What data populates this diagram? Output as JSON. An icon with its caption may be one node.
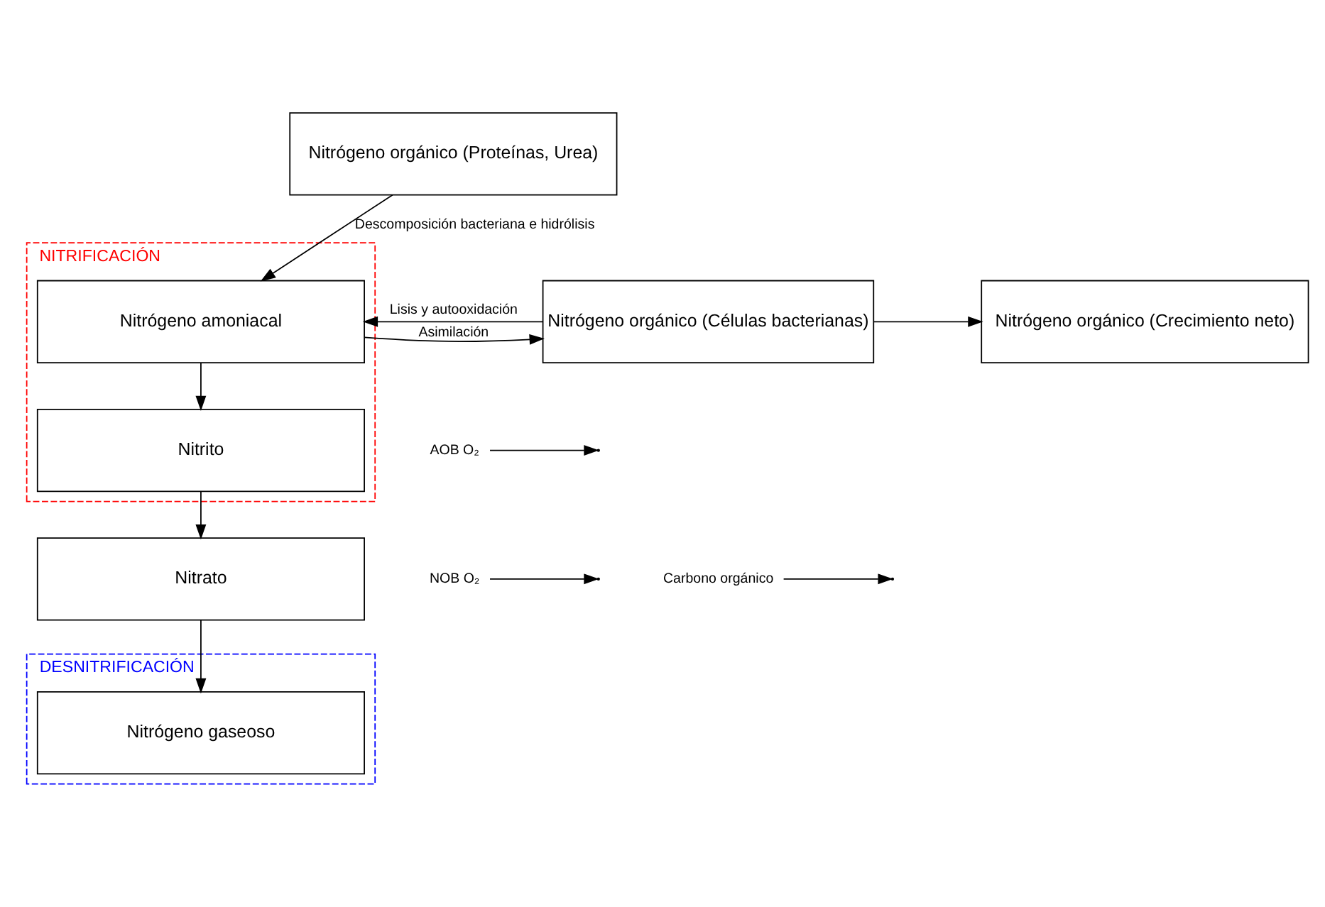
{
  "diagram": {
    "nodes": [
      {
        "text": [
          "Nitrógeno orgánico (Proteínas, Urea)"
        ]
      },
      {
        "text": [
          "NITRIFICACIÓN"
        ]
      },
      {
        "text": [
          "Nitrógeno amoniacal"
        ],
        "in": 1
      },
      {
        "text": [
          "Nitrógeno orgánico (Células bacterianas)"
        ]
      },
      {
        "text": [
          "Nitrógeno orgánico (Crecimiento neto)"
        ]
      },
      {
        "text": [
          "AOB O₂"
        ]
      },
      {
        "text": [
          "Nitrito"
        ],
        "in": 1
      },
      {
        "text": [
          "NOB O₂"
        ]
      },
      {
        "text": [
          "DESNITRIFICACIÓN"
        ]
      },
      {
        "text": [
          "Nitrato"
        ]
      },
      {
        "text": [
          "Carbono orgánico"
        ]
      },
      {
        "text": [
          "Nitrógeno gaseoso"
        ],
        "in": 8
      }
    ],
    "edges": [
      {
        "from": 0,
        "to": 2,
        "arrow": "to",
        "label": "Descomposición bacteriana e hidrólisis"
      },
      {
        "from": 2,
        "to": 3,
        "arrow": "to",
        "label": "Asimilación"
      },
      {
        "from": 3,
        "to": 4,
        "arrow": "to"
      },
      {
        "from": 3,
        "to": 2,
        "arrow": "to",
        "label": "Lisis y autooxidación"
      },
      {
        "from": 2,
        "to": 6,
        "arrow": "to"
      },
      {
        "from": 5,
        "to": null,
        "arrow": "to"
      },
      {
        "from": 6,
        "to": 9,
        "arrow": "to"
      },
      {
        "from": 7,
        "to": null,
        "arrow": "to"
      },
      {
        "from": 9,
        "to": 11,
        "arrow": "to"
      },
      {
        "from": 10,
        "to": null,
        "arrow": "to"
      }
    ]
  }
}
